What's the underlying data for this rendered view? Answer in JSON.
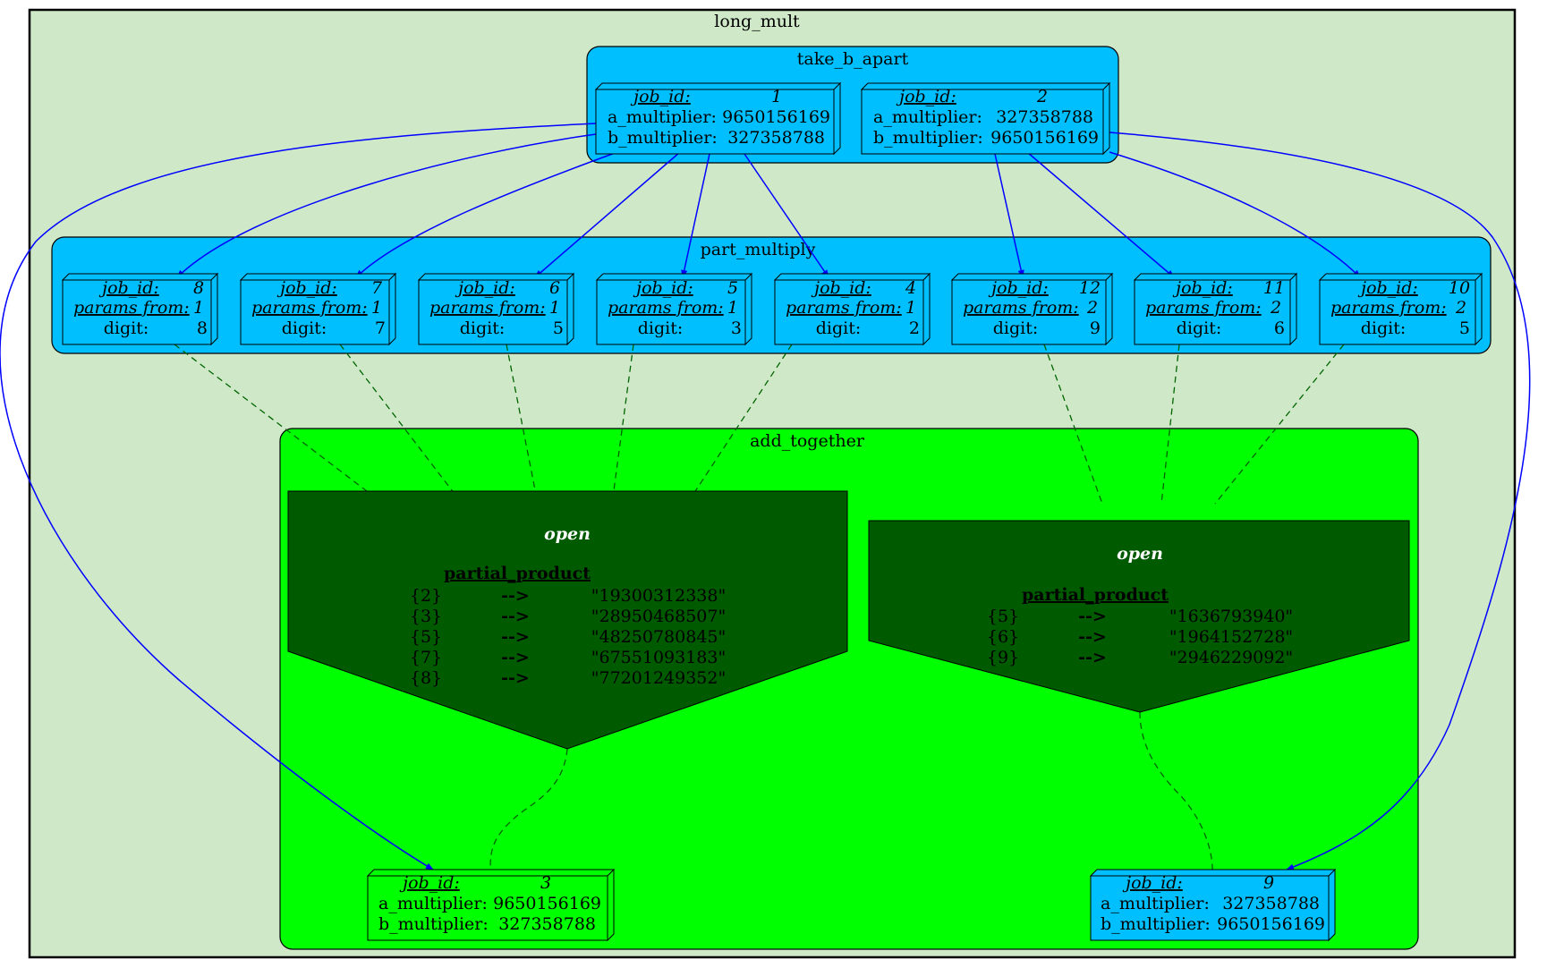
{
  "clusters": {
    "outer": "long_mult",
    "take": "take_b_apart",
    "part": "part_multiply",
    "add": "add_together"
  },
  "colors": {
    "outer_bg": "#cfe9c8",
    "node_blue": "#00bfff",
    "add_bg": "#00ff00",
    "house": "#005a00",
    "edge_blue": "#0000ff",
    "edge_green": "#006400"
  },
  "labels": {
    "job_id": "job_id:",
    "a_multiplier": "a_multiplier:",
    "b_multiplier": "b_multiplier:",
    "params_from": "params from:",
    "digit": "digit:",
    "open": "open",
    "partial_product": "partial_product",
    "arrow": "-->"
  },
  "jobs": {
    "j1": {
      "id": "1",
      "a": "9650156169",
      "b": "327358788"
    },
    "j2": {
      "id": "2",
      "a": "327358788",
      "b": "9650156169"
    },
    "j3": {
      "id": "3",
      "a": "9650156169",
      "b": "327358788"
    },
    "j9": {
      "id": "9",
      "a": "327358788",
      "b": "9650156169"
    }
  },
  "parts": {
    "p8": {
      "id": "8",
      "from": "1",
      "digit": "8"
    },
    "p7": {
      "id": "7",
      "from": "1",
      "digit": "7"
    },
    "p6": {
      "id": "6",
      "from": "1",
      "digit": "5"
    },
    "p5": {
      "id": "5",
      "from": "1",
      "digit": "3"
    },
    "p4": {
      "id": "4",
      "from": "1",
      "digit": "2"
    },
    "p12": {
      "id": "12",
      "from": "2",
      "digit": "9"
    },
    "p11": {
      "id": "11",
      "from": "2",
      "digit": "6"
    },
    "p10": {
      "id": "10",
      "from": "2",
      "digit": "5"
    }
  },
  "houses": {
    "left": {
      "rows": [
        {
          "key": "{2}",
          "val": "\"19300312338\""
        },
        {
          "key": "{3}",
          "val": "\"28950468507\""
        },
        {
          "key": "{5}",
          "val": "\"48250780845\""
        },
        {
          "key": "{7}",
          "val": "\"67551093183\""
        },
        {
          "key": "{8}",
          "val": "\"77201249352\""
        }
      ]
    },
    "right": {
      "rows": [
        {
          "key": "{5}",
          "val": "\"1636793940\""
        },
        {
          "key": "{6}",
          "val": "\"1964152728\""
        },
        {
          "key": "{9}",
          "val": "\"2946229092\""
        }
      ]
    }
  }
}
